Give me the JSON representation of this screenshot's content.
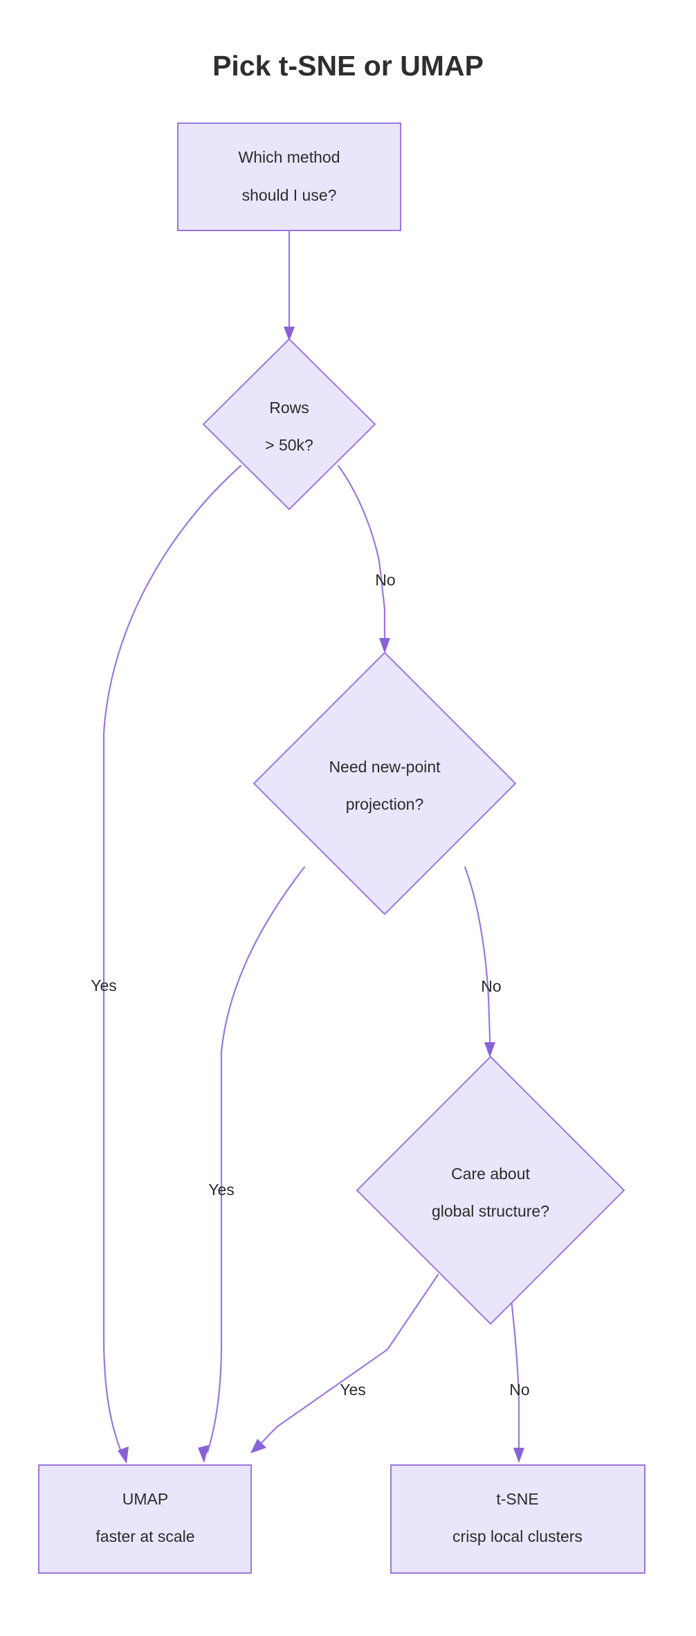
{
  "diagram": {
    "title": "Pick t-SNE or UMAP",
    "type": "flowchart",
    "direction": "top-down",
    "theme": {
      "background": "#ffffff",
      "node_fill": "#e9e6fb",
      "node_stroke": "#9a77e0",
      "edge_stroke": "#9a77e0",
      "text_color": "#2b2b2b",
      "title_color": "#2e2e2e"
    },
    "nodes": [
      {
        "id": "start",
        "shape": "rectangle",
        "lines": [
          "Which method",
          "should I use?"
        ]
      },
      {
        "id": "rows",
        "shape": "diamond",
        "lines": [
          "Rows",
          "> 50k?"
        ]
      },
      {
        "id": "projection",
        "shape": "diamond",
        "lines": [
          "Need new-point",
          "projection?"
        ]
      },
      {
        "id": "global",
        "shape": "diamond",
        "lines": [
          "Care about",
          "global structure?"
        ]
      },
      {
        "id": "umap",
        "shape": "rectangle",
        "lines": [
          "UMAP",
          "faster at scale"
        ]
      },
      {
        "id": "tsne",
        "shape": "rectangle",
        "lines": [
          "t-SNE",
          "crisp local clusters"
        ]
      }
    ],
    "edges": [
      {
        "id": "e1",
        "from": "start",
        "to": "rows",
        "label": ""
      },
      {
        "id": "e2",
        "from": "rows",
        "to": "umap",
        "label": "Yes"
      },
      {
        "id": "e3",
        "from": "rows",
        "to": "projection",
        "label": "No"
      },
      {
        "id": "e4",
        "from": "projection",
        "to": "umap",
        "label": "Yes"
      },
      {
        "id": "e5",
        "from": "projection",
        "to": "global",
        "label": "No"
      },
      {
        "id": "e6",
        "from": "global",
        "to": "umap",
        "label": "Yes"
      },
      {
        "id": "e7",
        "from": "global",
        "to": "tsne",
        "label": "No"
      }
    ]
  }
}
